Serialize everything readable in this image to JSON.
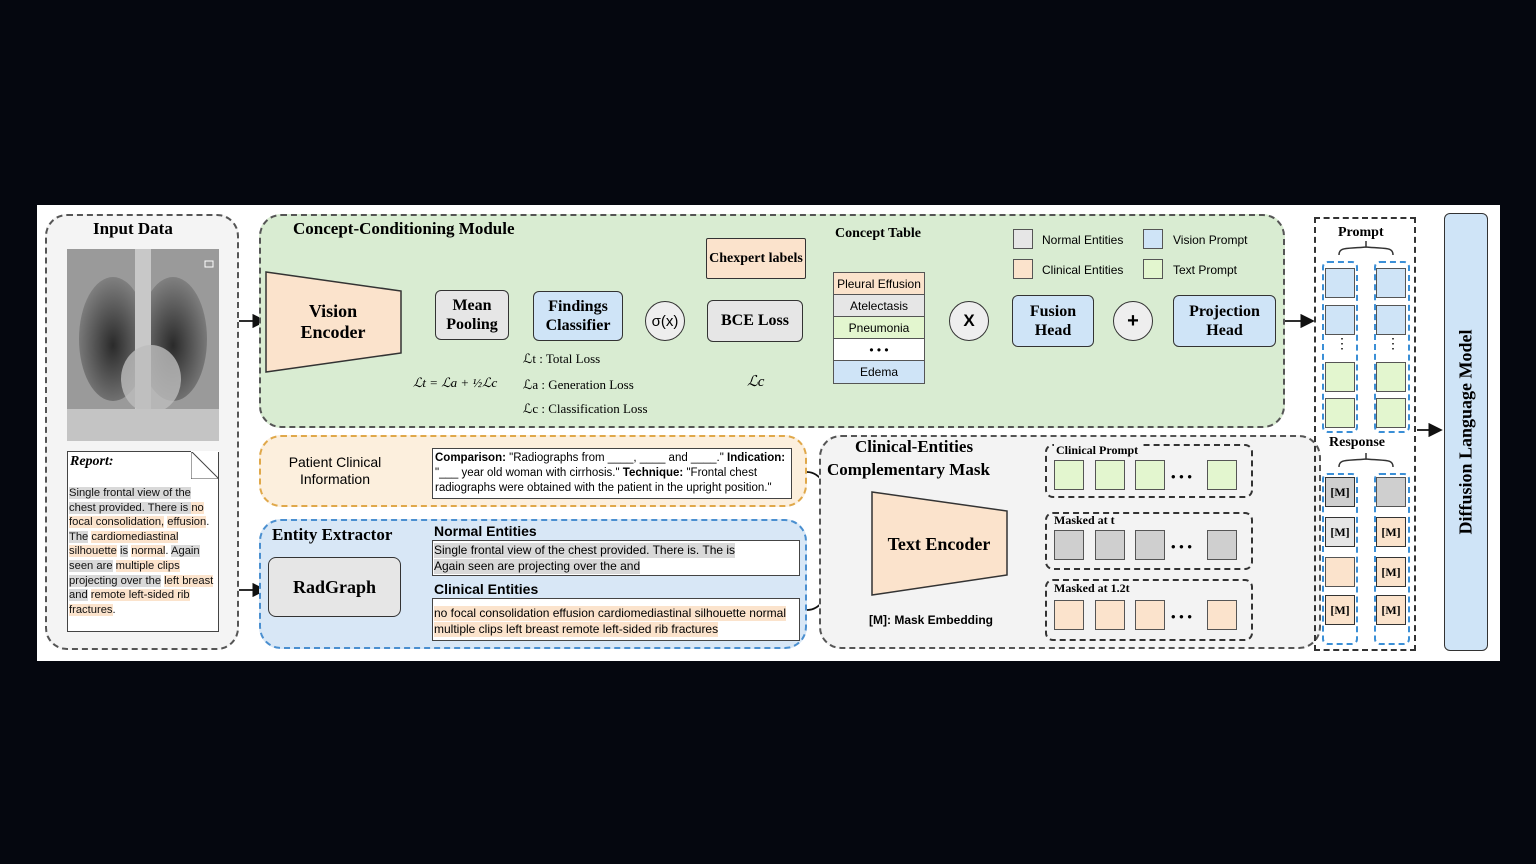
{
  "input_data": {
    "title": "Input Data",
    "report_label": "Report:",
    "report_segments": [
      {
        "t": "Single frontal view of the chest provided.",
        "h": "g"
      },
      {
        "t": " There is ",
        "h": "g"
      },
      {
        "t": "no focal consolidation,",
        "h": "o"
      },
      {
        "t": " ",
        "h": ""
      },
      {
        "t": "effusion",
        "h": "o"
      },
      {
        "t": ". ",
        "h": ""
      },
      {
        "t": "The",
        "h": "g"
      },
      {
        "t": " ",
        "h": ""
      },
      {
        "t": "cardiomediastinal silhouette",
        "h": "o"
      },
      {
        "t": " ",
        "h": ""
      },
      {
        "t": "is",
        "h": "g"
      },
      {
        "t": " ",
        "h": ""
      },
      {
        "t": "normal",
        "h": "o"
      },
      {
        "t": ". ",
        "h": ""
      },
      {
        "t": "Again seen are",
        "h": "g"
      },
      {
        "t": " ",
        "h": ""
      },
      {
        "t": "multiple clips",
        "h": "o"
      },
      {
        "t": " ",
        "h": ""
      },
      {
        "t": "projecting over the",
        "h": "g"
      },
      {
        "t": " ",
        "h": ""
      },
      {
        "t": "left breast",
        "h": "o"
      },
      {
        "t": " ",
        "h": ""
      },
      {
        "t": "and",
        "h": "g"
      },
      {
        "t": " ",
        "h": ""
      },
      {
        "t": "remote left-sided rib fractures",
        "h": "o"
      },
      {
        "t": ".",
        "h": ""
      }
    ]
  },
  "ccm": {
    "title": "Concept-Conditioning  Module",
    "vision_encoder": "Vision Encoder",
    "mean_pooling": "Mean Pooling",
    "findings_classifier": "Findings Classifier",
    "sigma": "σ(x)",
    "bce_loss": "BCE Loss",
    "chexpert_labels": "Chexpert labels",
    "lc_output": "ℒc",
    "concept_table_title": "Concept Table",
    "concept_table": [
      "Pleural Effusion",
      "Atelectasis",
      "Pneumonia",
      "• • •",
      "Edema"
    ],
    "multiply": "X",
    "plus": "+",
    "fusion_head": "Fusion Head",
    "projection_head": "Projection Head",
    "loss_eq": "ℒt = ℒa + ½ℒc",
    "loss_defs": [
      "ℒt : Total Loss",
      "ℒa : Generation Loss",
      "ℒc : Classification Loss"
    ]
  },
  "legend": {
    "items": [
      {
        "label": "Normal Entities",
        "color": "#e6e6e6"
      },
      {
        "label": "Vision Prompt",
        "color": "#cfe4f7"
      },
      {
        "label": "Clinical Entities",
        "color": "#fbe3cc"
      },
      {
        "label": "Text Prompt",
        "color": "#e3f6cf"
      }
    ]
  },
  "patient_info": {
    "title": "Patient Clinical Information",
    "text_parts": [
      {
        "t": "Comparison:",
        "b": true
      },
      {
        "t": " \"Radiographs from ____, ____ and ____.\"  ",
        "b": false
      },
      {
        "t": "Indication:",
        "b": true
      },
      {
        "t": " \"___ year old woman with cirrhosis.\"  ",
        "b": false
      },
      {
        "t": "Technique:",
        "b": true
      },
      {
        "t": " \"Frontal chest radiographs were obtained with the patient in the upright position.\"",
        "b": false
      }
    ]
  },
  "entity_extractor": {
    "title": "Entity Extractor",
    "radgraph": "RadGraph",
    "normal_title": "Normal Entities",
    "normal_lines": [
      "Single frontal view of the chest provided.      There is.      The      is",
      "Again seen are projecting over the          and"
    ],
    "clinical_title": "Clinical Entities",
    "clinical_lines": [
      "no focal consolidation effusion    cardiomediastinal silhouette normal",
      "multiple clips left breast remote left-sided  rib fractures"
    ]
  },
  "cecm": {
    "title_line1": "Clinical-Entities",
    "title_line2": "Complementary Mask",
    "text_encoder": "Text Encoder",
    "mask_note": "[M]: Mask Embedding",
    "clinical_prompt": "Clinical Prompt",
    "masked_t": "Masked at t",
    "masked_12t": "Masked at 1.2t",
    "ellipsis": "• • •"
  },
  "prompt_panel": {
    "prompt": "Prompt",
    "response": "Response",
    "mask_token": "[M]",
    "vdots": "⋮"
  },
  "dlm": "Diffusion Language Model"
}
